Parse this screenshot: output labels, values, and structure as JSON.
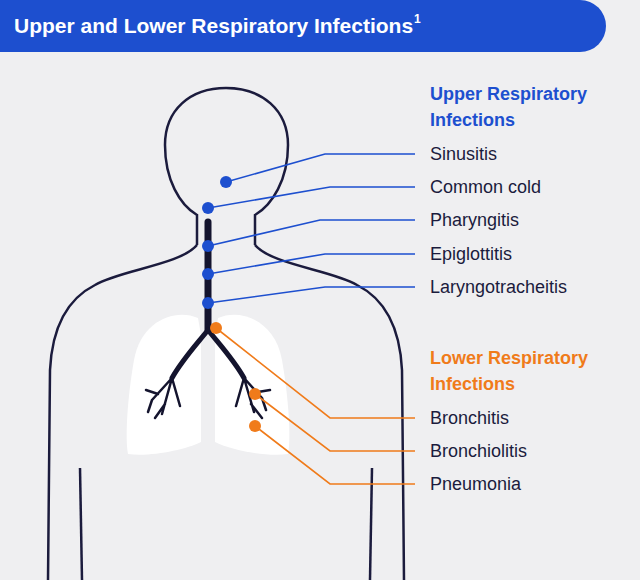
{
  "diagram": {
    "title": "Upper and Lower Respiratory Infections",
    "labels": [
      "1",
      "Upper Respiratory Infections",
      "Sinusitis",
      "Common cold",
      "Pharyngitis",
      "Epiglottitis",
      "Laryngotracheitis",
      "Lower Respiratory Infections",
      "Bronchitis",
      "Bronchiolitis",
      "Pneumonia"
    ]
  }
}
